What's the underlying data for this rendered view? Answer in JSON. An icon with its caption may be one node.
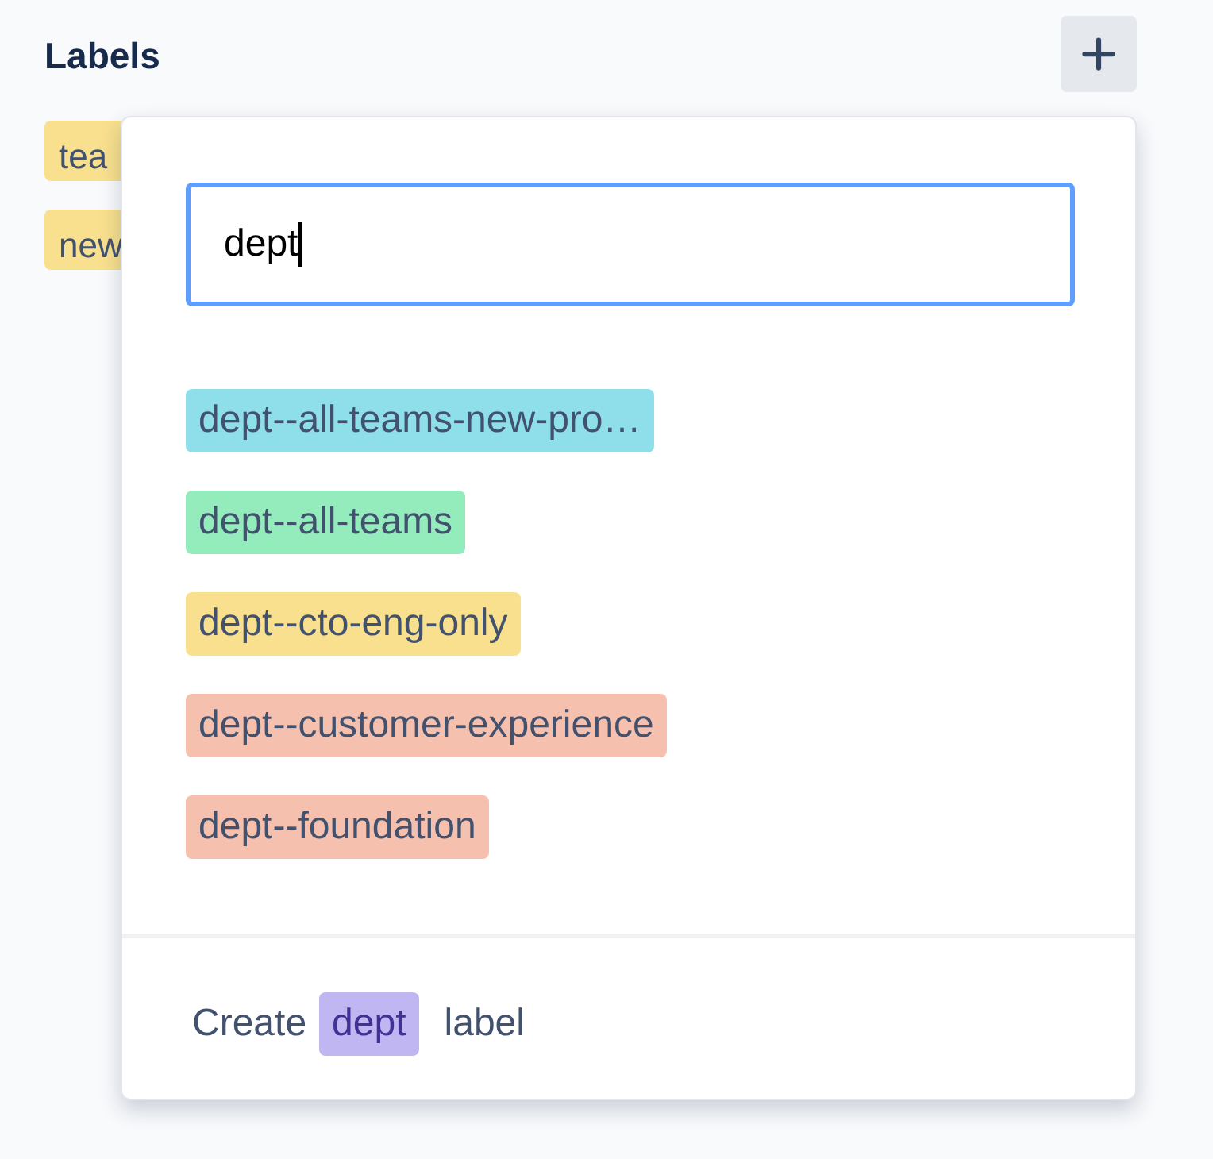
{
  "diagram": {
    "title": "Labels",
    "labels": [
      "tea",
      "new",
      "dept",
      "dept--all-teams-new-pro…",
      "dept--all-teams",
      "dept--cto-eng-only",
      "dept--customer-experience",
      "dept--foundation",
      "Create",
      "dept",
      "label"
    ]
  }
}
